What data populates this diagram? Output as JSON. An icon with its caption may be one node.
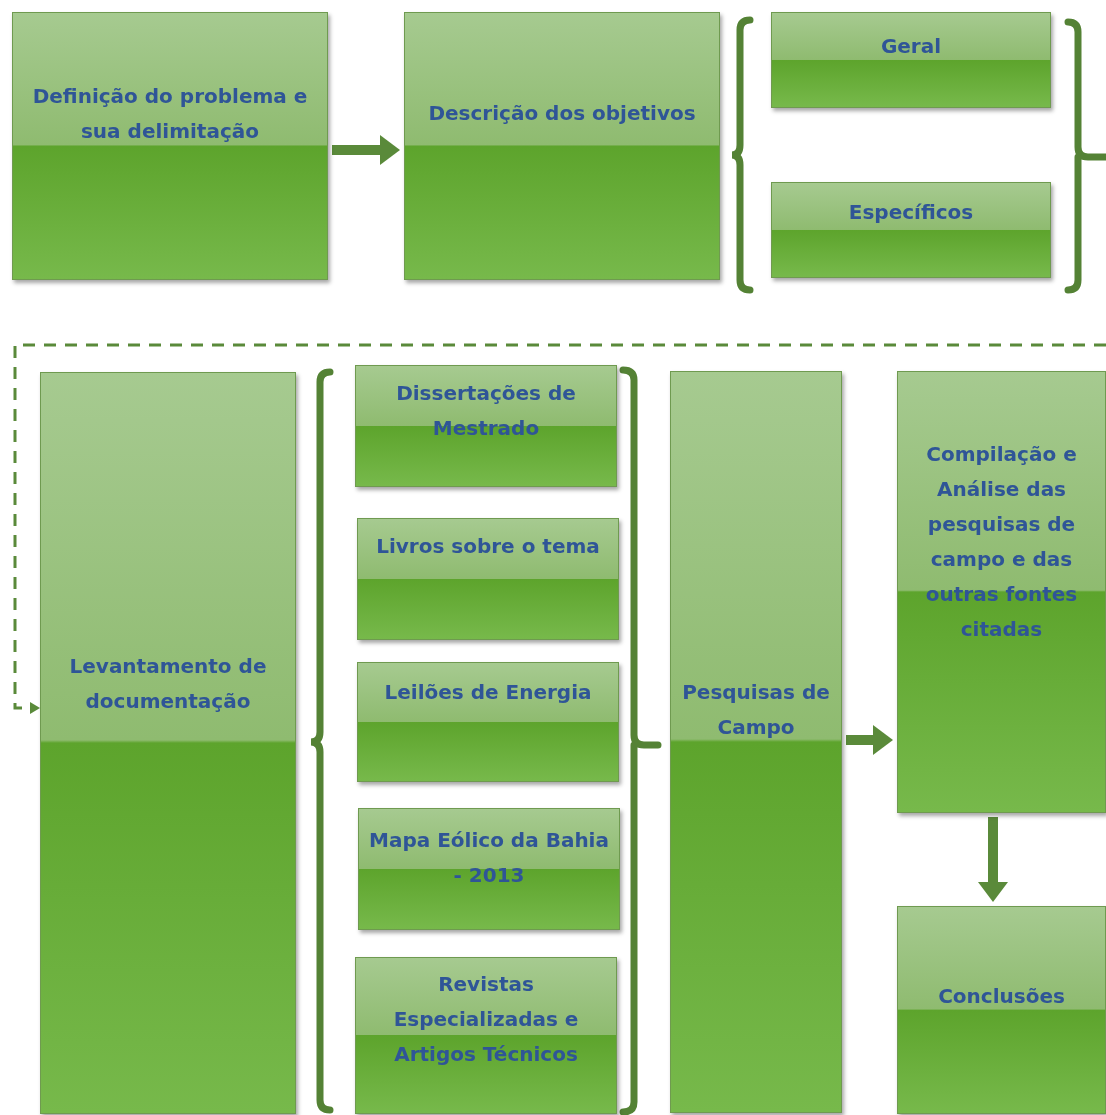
{
  "diagram": {
    "nodes": [
      {
        "text": [
          "Definição do problema e sua delimitação"
        ]
      },
      {
        "text": [
          "Descrição dos objetivos"
        ]
      },
      {
        "text": [
          "Geral"
        ]
      },
      {
        "text": [
          "Específicos"
        ]
      },
      {
        "text": [
          "Levantamento de documentação"
        ]
      },
      {
        "text": [
          "Dissertações de Mestrado"
        ]
      },
      {
        "text": [
          "Livros sobre o tema"
        ]
      },
      {
        "text": [
          "Leilões de Energia"
        ]
      },
      {
        "text": [
          "Mapa Eólico da Bahia - 2013"
        ]
      },
      {
        "text": [
          "Revistas Especializadas e Artigos Técnicos"
        ]
      },
      {
        "text": [
          "Pesquisas de Campo"
        ]
      },
      {
        "text": [
          "Compilação e Análise das pesquisas de campo e das outras fontes citadas"
        ]
      },
      {
        "text": [
          "Conclusões"
        ]
      }
    ],
    "edges": [
      {
        "from": 0,
        "to": 1,
        "arrow": "to"
      },
      {
        "from": null,
        "to": 4,
        "arrow": "to",
        "style": "dashed"
      },
      {
        "from": 10,
        "to": 11,
        "arrow": "to"
      },
      {
        "from": 11,
        "to": 12,
        "arrow": "to"
      }
    ]
  }
}
